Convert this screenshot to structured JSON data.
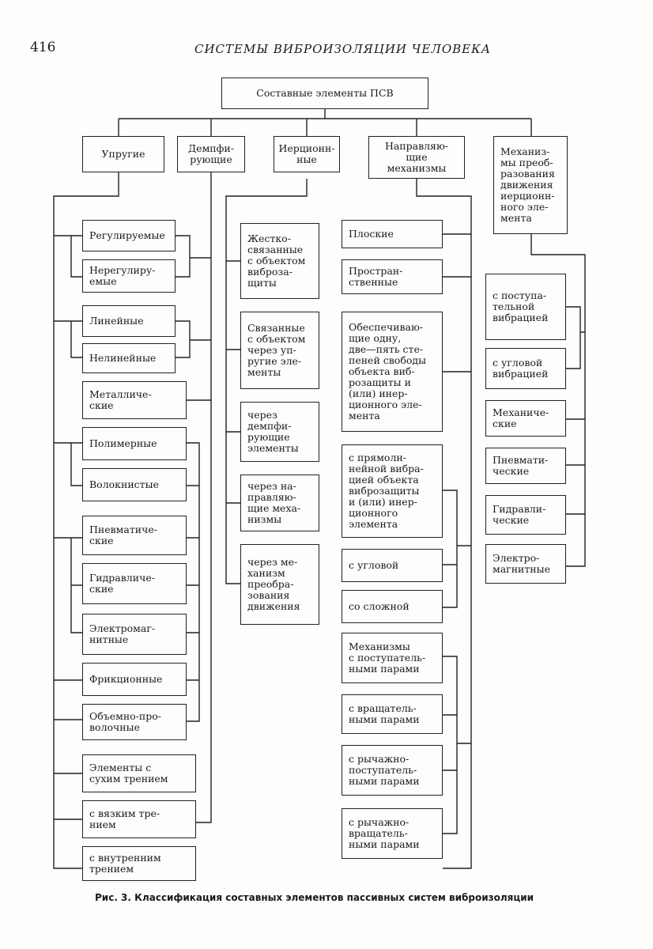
{
  "page_number": "416",
  "running_title": "СИСТЕМЫ ВИБРОИЗОЛЯЦИИ ЧЕЛОВЕКА",
  "root": "Составные элементы ПСВ",
  "categories": [
    "Упругие",
    "Демпфи-\nрующие",
    "Иерционн-\nные",
    "Направляю-\nщие\nмеханизмы",
    "Механиз-\nмы преоб-\nразования\nдвижения\nиерционн-\nного эле-\nмента"
  ],
  "elastic": [
    "Регулируемые",
    "Нерегулиру-\nемые",
    "Линейные",
    "Нелинейные",
    "Металличе-\nские",
    "Полимерные",
    "Волокнистые",
    "Пневматиче-\nские",
    "Гидравличе-\nские",
    "Электромаг-\nнитные",
    "Фрикционные",
    "Объемно-про-\nволочные",
    "Элементы с\nсухим трением",
    "с вязким тре-\nнием",
    "с внутренним\nтрением"
  ],
  "inertial": [
    "Жестко-\nсвязанные\nс объектом\nвиброза-\nщиты",
    "Связанные\nс объектом\nчерез уп-\nругие эле-\nменты",
    "через\nдемпфи-\nрующие\nэлементы",
    "через на-\nправляю-\nщие меха-\nнизмы",
    "через ме-\nханизм\nпреобра-\nзования\nдвижения"
  ],
  "guiding": [
    "Плоские",
    "Простран-\nственные",
    "Обеспечиваю-\nщие одну,\nдве—пять сте-\nпеней свободы\nобъекта виб-\nрозащиты и\n(или) инер-\nционного эле-\nмента",
    "с прямолн-\nнейной вибра-\nцией объекта\nвиброзащиты\nи (или) инер-\nционного\nэлемента",
    "с угловой",
    "со сложной",
    "Механизмы\nс поступатель-\nными парами",
    "с вращатель-\nными парами",
    "с рычажно-\nпоступатель-\nными парами",
    "с рычажно-\nвращатель-\nными парами"
  ],
  "converters": [
    "с поступа-\nтельной\nвибрацией",
    "с угловой\nвибрацией",
    "Механиче-\nские",
    "Пневмати-\nческие",
    "Гидравли-\nческие",
    "Электро-\nмагнитные"
  ],
  "caption": "Рис. 3. Классификация составных элементов пассивных систем виброизоляции"
}
